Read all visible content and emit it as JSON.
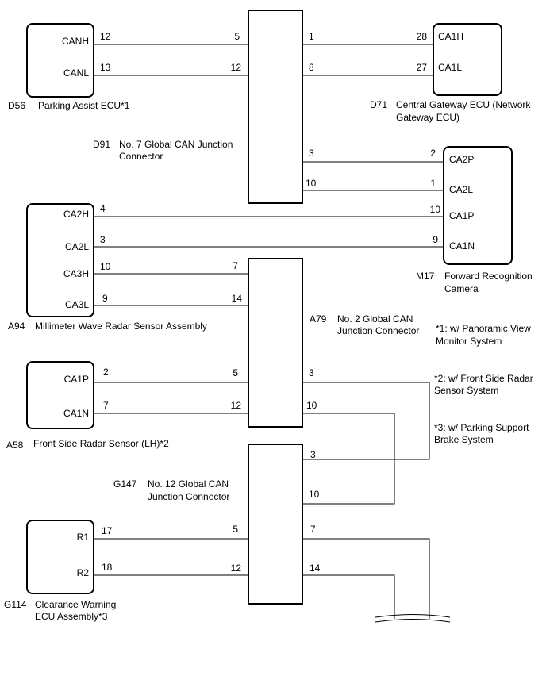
{
  "components": {
    "parking_assist": {
      "code": "D56",
      "name": "Parking Assist ECU*1",
      "pins": {
        "canh": "CANH",
        "canl": "CANL"
      },
      "pin_numbers": {
        "canh": "12",
        "canl": "13"
      }
    },
    "central_gateway": {
      "code": "D71",
      "name_line1": "Central Gateway ECU (Network",
      "name_line2": "Gateway ECU)",
      "pins": {
        "ca1h": "CA1H",
        "ca1l": "CA1L"
      },
      "pin_numbers": {
        "ca1h": "28",
        "ca1l": "27"
      }
    },
    "junction7": {
      "code": "D91",
      "name_line1": "No. 7 Global CAN Junction",
      "name_line2": "Connector",
      "pins": {
        "left_top": "5",
        "left_bottom": "12",
        "right_1": "1",
        "right_8": "8",
        "right_3": "3",
        "right_10": "10"
      }
    },
    "forward_camera": {
      "code": "M17",
      "name_line1": "Forward Recognition",
      "name_line2": "Camera",
      "pins": {
        "ca2p": "CA2P",
        "ca2l": "CA2L",
        "ca1p": "CA1P",
        "ca1n": "CA1N"
      },
      "pin_numbers": {
        "ca2p": "2",
        "ca2l": "1",
        "ca1p": "10",
        "ca1n": "9"
      }
    },
    "radar_sensor": {
      "code": "A94",
      "name": "Millimeter Wave Radar Sensor Assembly",
      "pins": {
        "ca2h": "CA2H",
        "ca2l": "CA2L",
        "ca3h": "CA3H",
        "ca3l": "CA3L"
      },
      "pin_numbers": {
        "ca2h": "4",
        "ca2l": "3",
        "ca3h": "10",
        "ca3l": "9"
      }
    },
    "junction2": {
      "code": "A79",
      "name_line1": "No. 2 Global CAN",
      "name_line2": "Junction Connector",
      "pins": {
        "left_7": "7",
        "left_14": "14",
        "left_5": "5",
        "left_12": "12",
        "right_3": "3",
        "right_10": "10"
      }
    },
    "front_side_radar": {
      "code": "A58",
      "name": "Front Side Radar Sensor (LH)*2",
      "pins": {
        "ca1p": "CA1P",
        "ca1n": "CA1N"
      },
      "pin_numbers": {
        "ca1p": "2",
        "ca1n": "7"
      }
    },
    "junction12": {
      "code": "G147",
      "name_line1": "No. 12 Global CAN",
      "name_line2": "Junction Connector",
      "pins": {
        "right_3": "3",
        "right_10": "10",
        "left_5": "5",
        "left_12": "12",
        "right_7": "7",
        "right_14": "14"
      }
    },
    "clearance_warning": {
      "code": "G114",
      "name_line1": "Clearance Warning",
      "name_line2": "ECU Assembly*3",
      "pins": {
        "r1": "R1",
        "r2": "R2"
      },
      "pin_numbers": {
        "r1": "17",
        "r2": "18"
      }
    }
  },
  "notes": {
    "n1_line1": "*1: w/ Panoramic View",
    "n1_line2": "Monitor System",
    "n2_line1": "*2: w/ Front Side Radar",
    "n2_line2": "Sensor System",
    "n3_line1": "*3: w/ Parking Support",
    "n3_line2": "Brake System"
  }
}
